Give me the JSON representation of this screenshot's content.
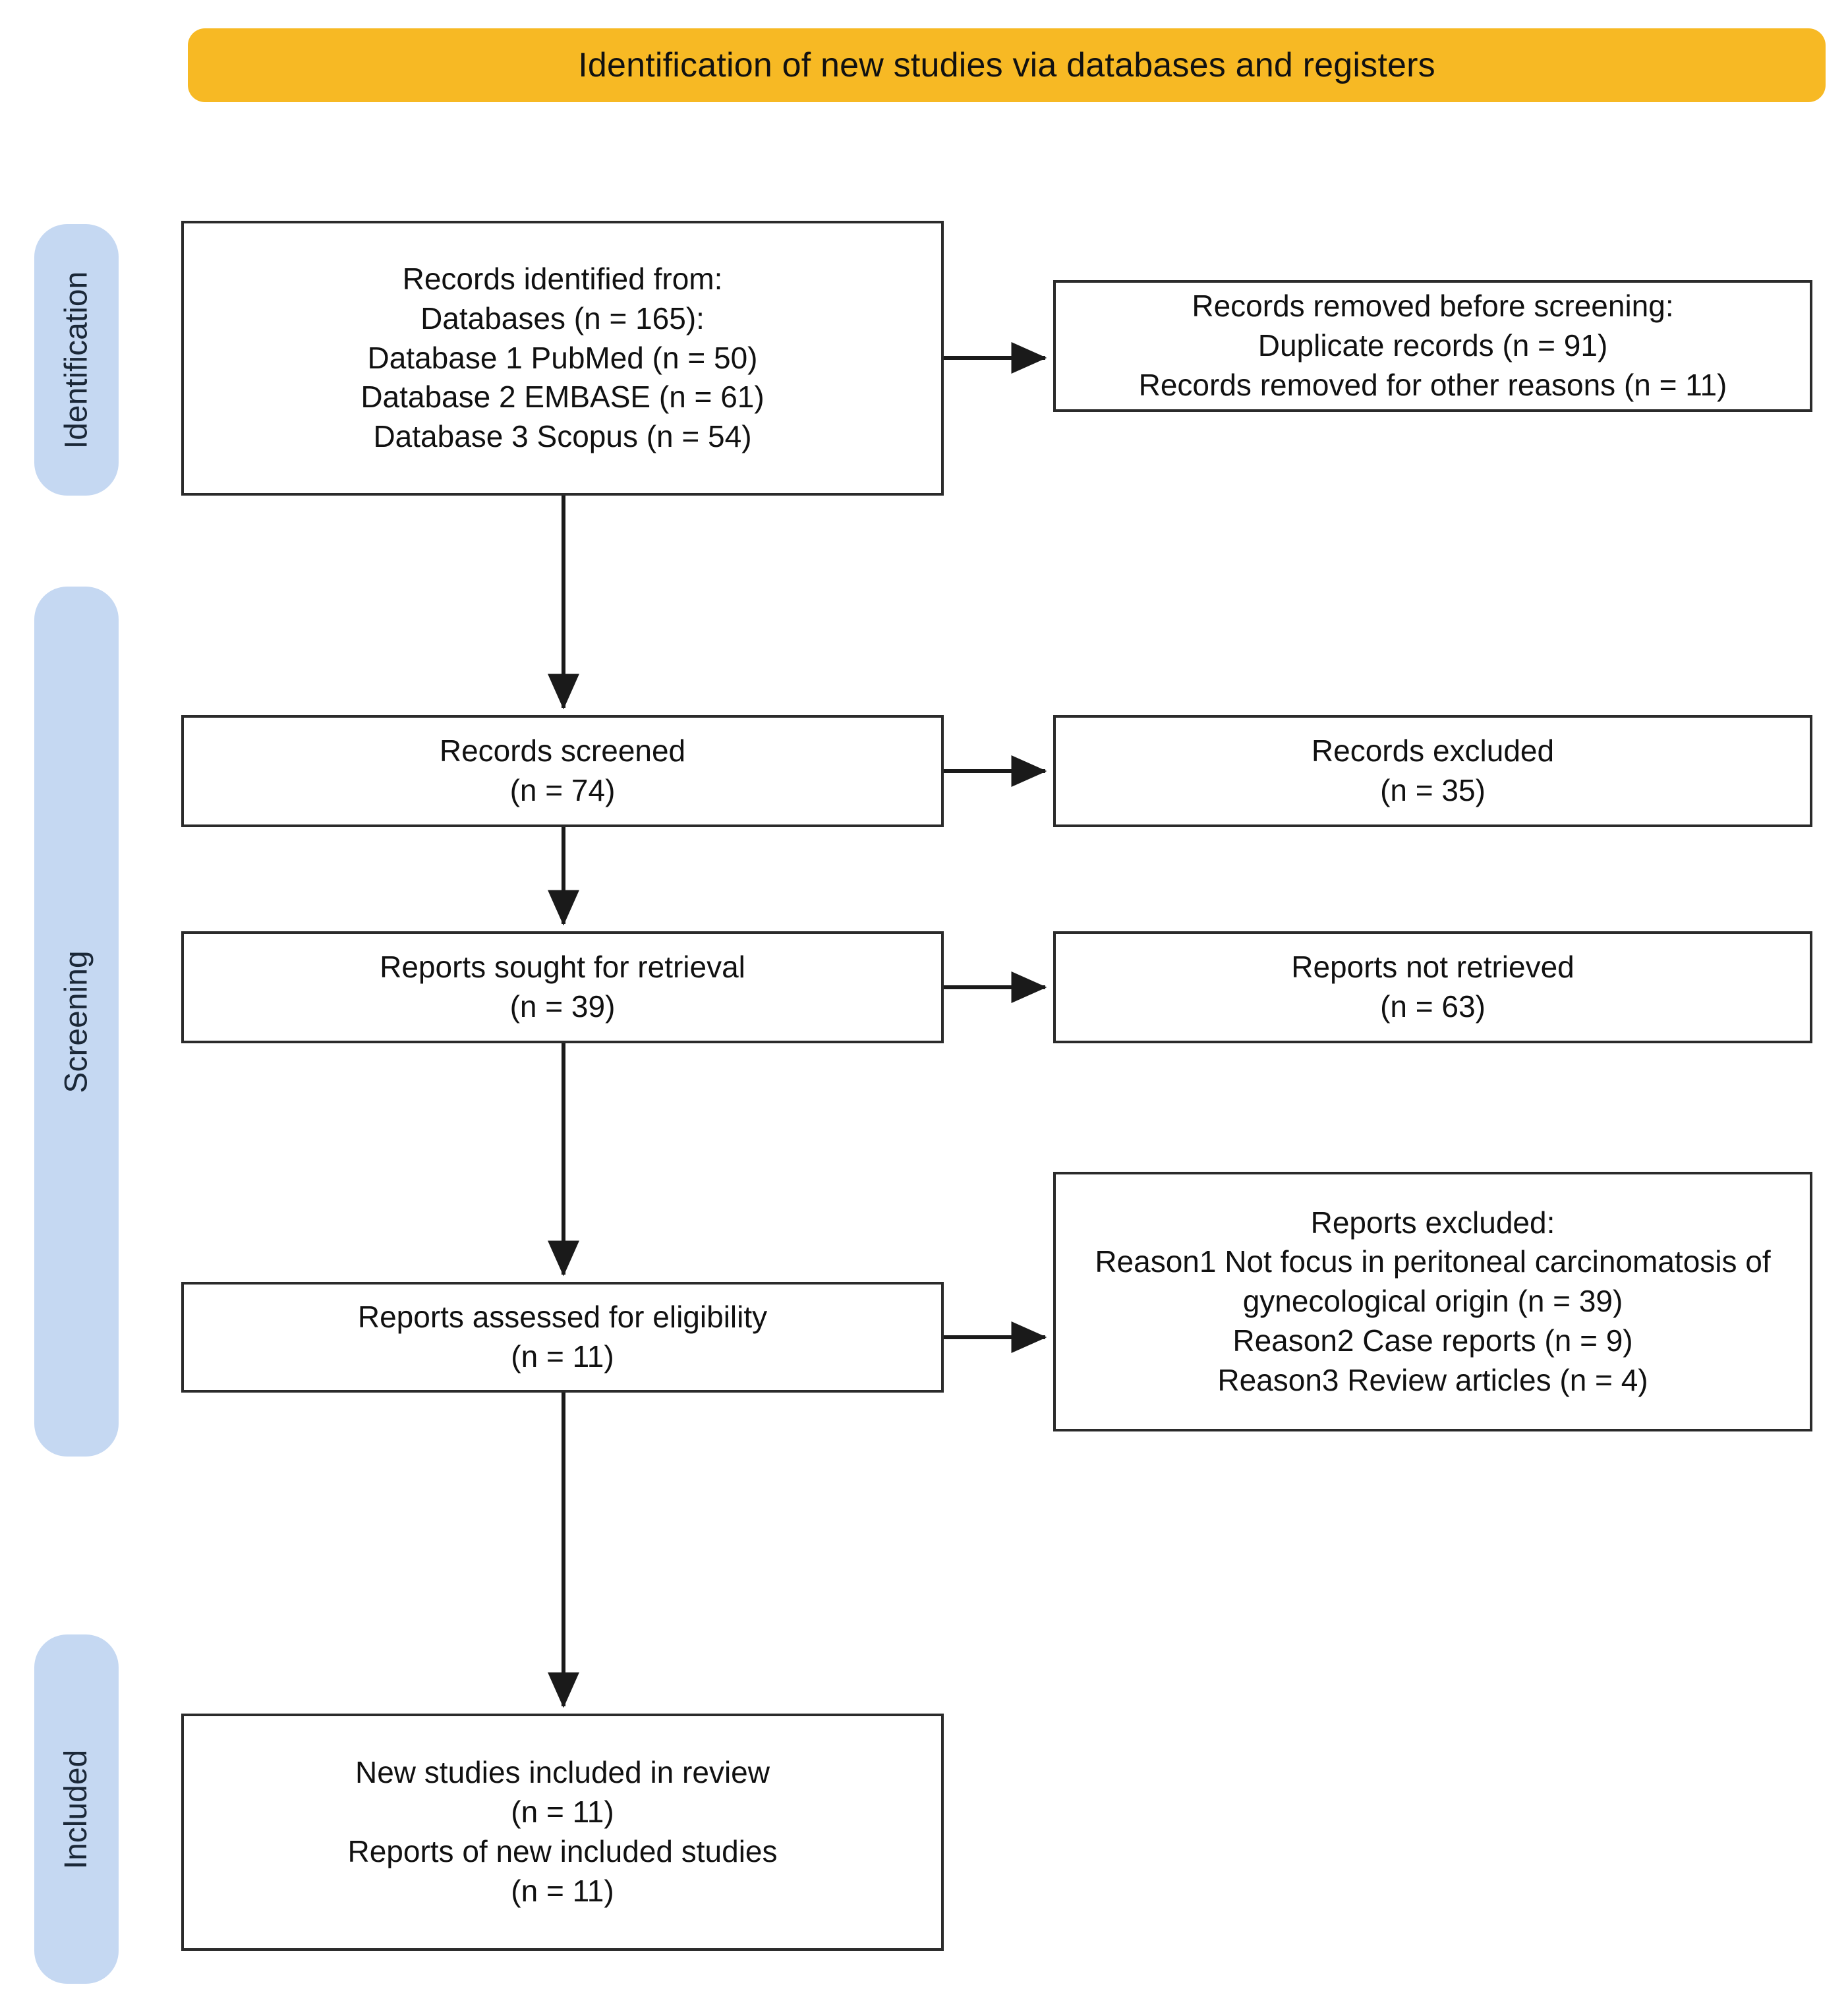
{
  "header": {
    "title": "Identification of new studies via databases and registers",
    "background_color": "#F7B924"
  },
  "stages": {
    "color": "#C5D8F2",
    "identification": "Identification",
    "screening": "Screening",
    "included": "Included"
  },
  "boxes": {
    "identified": {
      "lines": [
        "Records identified from:",
        "Databases (n = 165):",
        "Database 1 PubMed (n = 50)",
        "Database 2 EMBASE (n = 61)",
        "Database 3 Scopus (n = 54)"
      ]
    },
    "removed": {
      "lines": [
        "Records removed before screening:",
        "Duplicate records (n = 91)",
        "Records removed for other reasons (n = 11)"
      ]
    },
    "screened": {
      "lines": [
        "Records screened",
        "(n = 74)"
      ]
    },
    "excluded": {
      "lines": [
        "Records excluded",
        "(n = 35)"
      ]
    },
    "sought": {
      "lines": [
        "Reports sought for retrieval",
        "(n = 39)"
      ]
    },
    "not_retrieved": {
      "lines": [
        "Reports not retrieved",
        "(n = 63)"
      ]
    },
    "assessed": {
      "lines": [
        "Reports assessed for eligibility",
        "(n = 11)"
      ]
    },
    "reports_excluded": {
      "lines": [
        "Reports excluded:",
        "Reason1 Not focus in peritoneal carcinomatosis of gynecological origin (n = 39)",
        "Reason2 Case reports (n = 9)",
        "Reason3 Review articles (n = 4)"
      ]
    },
    "included": {
      "lines": [
        "New studies included in review",
        "(n = 11)",
        "Reports of new included studies",
        "(n = 11)"
      ]
    }
  },
  "chart_data": {
    "type": "diagram",
    "title": "Identification of new studies via databases and registers",
    "diagram_kind": "PRISMA 2020 flow diagram",
    "stages": [
      "Identification",
      "Screening",
      "Included"
    ],
    "nodes": [
      {
        "id": "identified",
        "stage": "Identification",
        "label": "Records identified from: Databases (n = 165)",
        "n": 165
      },
      {
        "id": "db_pubmed",
        "stage": "Identification",
        "label": "Database 1 PubMed",
        "n": 50
      },
      {
        "id": "db_embase",
        "stage": "Identification",
        "label": "Database 2 EMBASE",
        "n": 61
      },
      {
        "id": "db_scopus",
        "stage": "Identification",
        "label": "Database 3 Scopus",
        "n": 54
      },
      {
        "id": "duplicates",
        "stage": "Identification",
        "label": "Duplicate records removed",
        "n": 91
      },
      {
        "id": "other_removed",
        "stage": "Identification",
        "label": "Records removed for other reasons",
        "n": 11
      },
      {
        "id": "screened",
        "stage": "Screening",
        "label": "Records screened",
        "n": 74
      },
      {
        "id": "rec_excluded",
        "stage": "Screening",
        "label": "Records excluded",
        "n": 35
      },
      {
        "id": "sought",
        "stage": "Screening",
        "label": "Reports sought for retrieval",
        "n": 39
      },
      {
        "id": "not_retrieved",
        "stage": "Screening",
        "label": "Reports not retrieved",
        "n": 63
      },
      {
        "id": "assessed",
        "stage": "Screening",
        "label": "Reports assessed for eligibility",
        "n": 11
      },
      {
        "id": "rep_excl_r1",
        "stage": "Screening",
        "label": "Reason1 Not focus in peritoneal carcinomatosis of gynecological origin",
        "n": 39
      },
      {
        "id": "rep_excl_r2",
        "stage": "Screening",
        "label": "Reason2 Case reports",
        "n": 9
      },
      {
        "id": "rep_excl_r3",
        "stage": "Screening",
        "label": "Reason3 Review articles",
        "n": 4
      },
      {
        "id": "new_studies",
        "stage": "Included",
        "label": "New studies included in review",
        "n": 11
      },
      {
        "id": "new_reports",
        "stage": "Included",
        "label": "Reports of new included studies",
        "n": 11
      }
    ],
    "edges": [
      {
        "from": "identified",
        "to": "duplicates",
        "direction": "right"
      },
      {
        "from": "identified",
        "to": "screened",
        "direction": "down"
      },
      {
        "from": "screened",
        "to": "rec_excluded",
        "direction": "right"
      },
      {
        "from": "screened",
        "to": "sought",
        "direction": "down"
      },
      {
        "from": "sought",
        "to": "not_retrieved",
        "direction": "right"
      },
      {
        "from": "sought",
        "to": "assessed",
        "direction": "down"
      },
      {
        "from": "assessed",
        "to": "rep_excl_r1",
        "direction": "right"
      },
      {
        "from": "assessed",
        "to": "new_studies",
        "direction": "down"
      }
    ]
  }
}
